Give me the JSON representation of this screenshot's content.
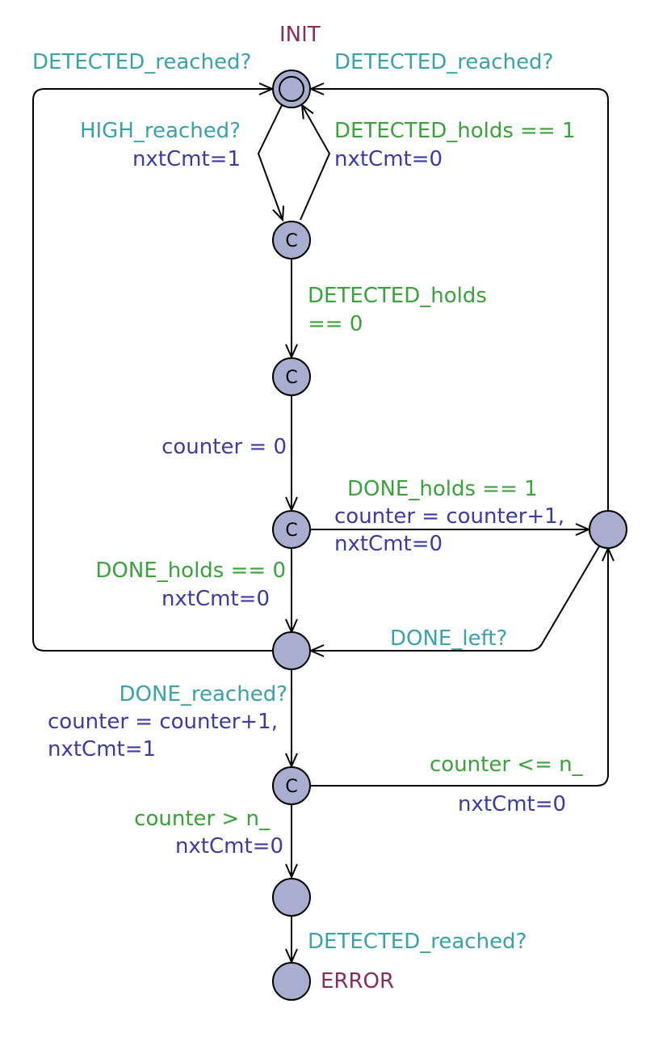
{
  "locations": {
    "init": "INIT",
    "error": "ERROR",
    "committed_marker": "C"
  },
  "edges": {
    "det_reached_left": "DETECTED_reached?",
    "det_reached_right": "DETECTED_reached?",
    "high_reached": "HIGH_reached?",
    "high_assign": "nxtCmt=1",
    "det_holds_1": "DETECTED_holds == 1",
    "det_holds_1_assign": "nxtCmt=0",
    "det_holds_0_a": "DETECTED_holds",
    "det_holds_0_b": "== 0",
    "counter_reset": "counter = 0",
    "done_holds_1": "DONE_holds == 1",
    "done_holds_1_assign_a": "counter = counter+1,",
    "done_holds_1_assign_b": "nxtCmt=0",
    "done_holds_0": "DONE_holds == 0",
    "done_holds_0_assign": "nxtCmt=0",
    "done_left": "DONE_left?",
    "done_reached": "DONE_reached?",
    "done_reached_assign_a": "counter = counter+1,",
    "done_reached_assign_b": "nxtCmt=1",
    "counter_le": "counter <= n_",
    "counter_le_assign": "nxtCmt=0",
    "counter_gt": "counter > n_",
    "counter_gt_assign": "nxtCmt=0",
    "det_reached_final": "DETECTED_reached?"
  },
  "colors": {
    "location_fill": "#a7aecf",
    "stroke": "#000000",
    "location_name": "#8b2c5a",
    "sync": "#3aa3a8",
    "guard": "#3aa33a",
    "assign": "#3d3aa6"
  }
}
